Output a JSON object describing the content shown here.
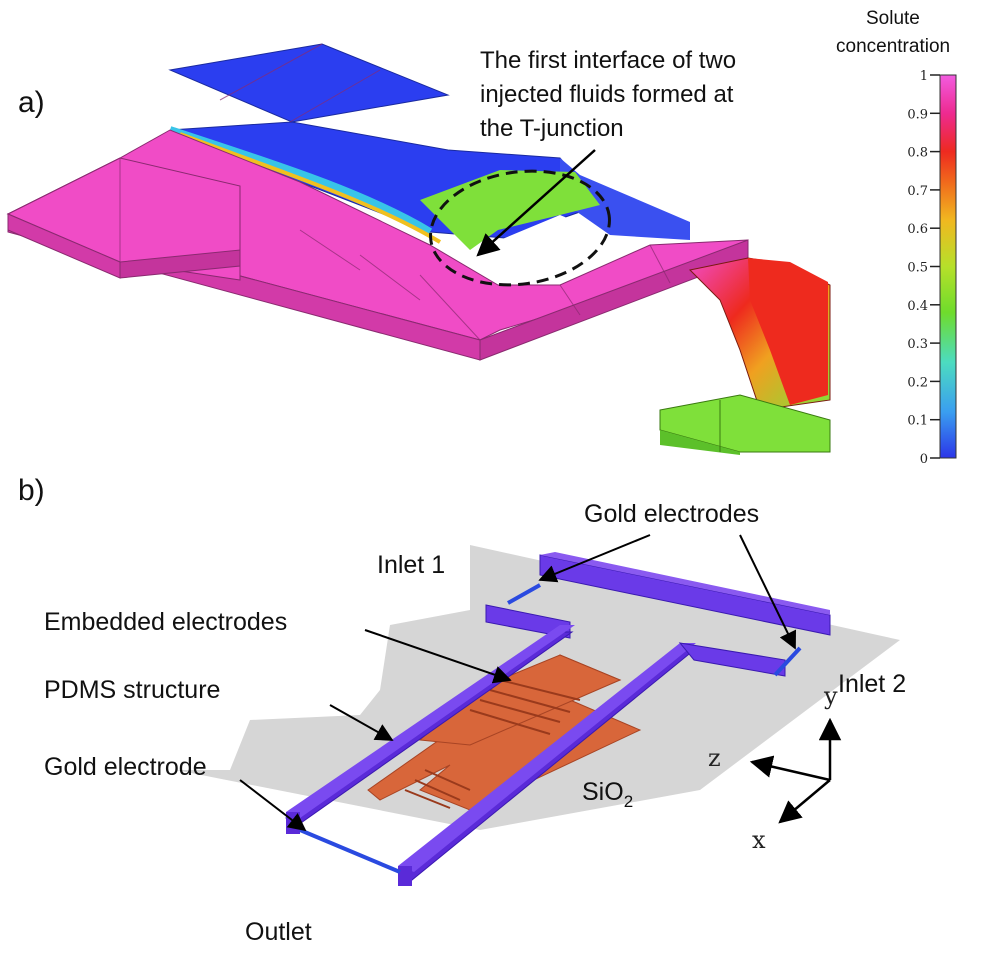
{
  "panel_a": {
    "label": "a)",
    "annotation": [
      "The first interface of two",
      "injected fluids formed at",
      "the T-junction"
    ],
    "colorbar": {
      "title": [
        "Solute",
        "concentration"
      ],
      "ticks": [
        "1",
        "0.9",
        "0.8",
        "0.7",
        "0.6",
        "0.5",
        "0.4",
        "0.3",
        "0.2",
        "0.1",
        "0"
      ],
      "colors": [
        "#2b35e8",
        "#39a9f0",
        "#52e0b0",
        "#6fdc2c",
        "#b6e02a",
        "#f0c020",
        "#f08a1c",
        "#ef3a20",
        "#e8206a",
        "#f047c0",
        "#f25ce0"
      ]
    },
    "colors": {
      "pink": "#f04cc6",
      "blue": "#2b3ef0",
      "red": "#ee2a1e",
      "green": "#7fe03a",
      "cyan": "#38c4e8"
    }
  },
  "panel_b": {
    "label": "b)",
    "labels": {
      "gold_electrodes": "Gold electrodes",
      "inlet1": "Inlet 1",
      "embedded_electrodes": "Embedded electrodes",
      "pdms_structure": "PDMS structure",
      "gold_electrode": "Gold electrode",
      "inlet2": "Inlet 2",
      "sio2": "SiO",
      "sio2_sub": "2",
      "outlet": "Outlet"
    },
    "axes": {
      "x": "x",
      "y": "y",
      "z": "z"
    },
    "colors": {
      "substrate": "#d6d6d6",
      "wall": "#6a3ae8",
      "wall_dark": "#4a22c0",
      "electrode": "#d8663a",
      "gold_line": "#2a4ae0"
    }
  }
}
